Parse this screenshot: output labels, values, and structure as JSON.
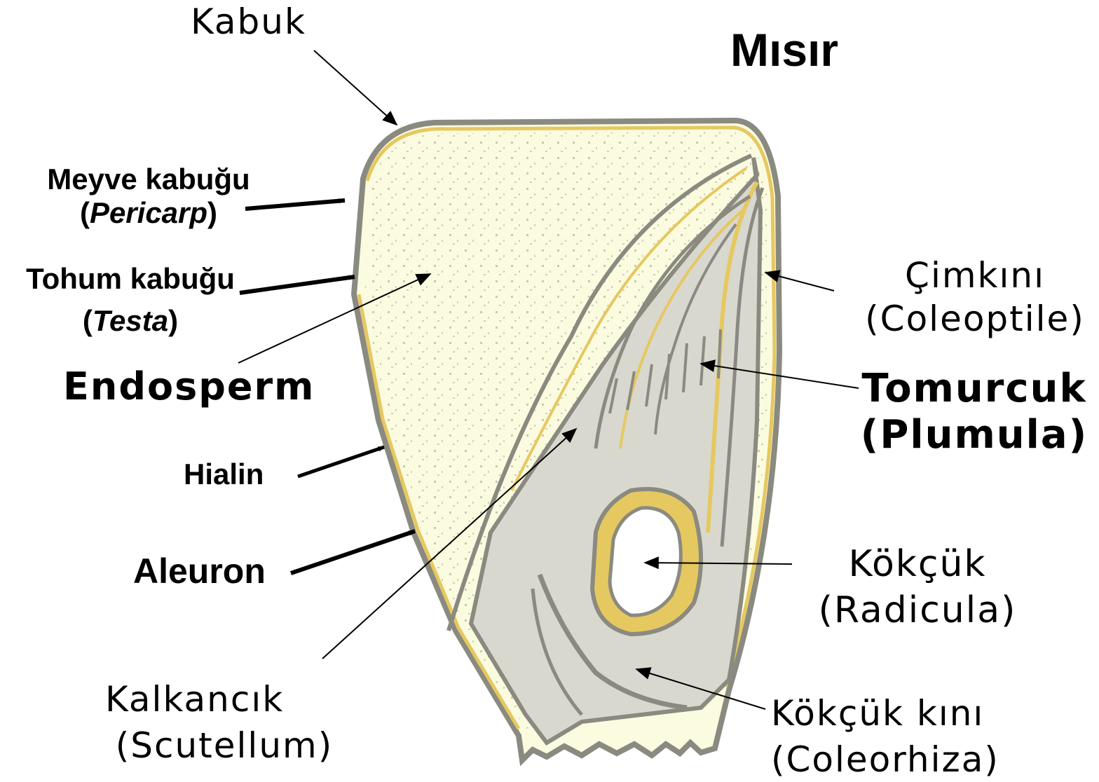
{
  "title": "Mısır",
  "labels": {
    "kabuk": "Kabuk",
    "meyve_kabugu": "Meyve kabuğu",
    "pericarp": "Pericarp",
    "tohum_kabugu": "Tohum kabuğu",
    "testa": "Testa",
    "endosperm": "Endosperm",
    "hialin": "Hialin",
    "aleuron": "Aleuron",
    "kalkancik": "Kalkancık",
    "scutellum": "(Scutellum)",
    "cimkini": "Çimkını",
    "coleoptile": "(Coleoptile)",
    "tomurcuk": "Tomurcuk",
    "plumula": "(Plumula)",
    "kokcuk": "Kökçük",
    "radicula": "(Radicula)",
    "kokcuk_kini": "Kökçük kını",
    "coleorhiza": "(Coleorhiza)"
  },
  "colors": {
    "endosperm_fill": "#fbfbe0",
    "layer_yellow": "#e6c860",
    "outline_gray": "#8a8a80",
    "embryo_gray": "#d8d8cf",
    "arrow": "#000000"
  }
}
